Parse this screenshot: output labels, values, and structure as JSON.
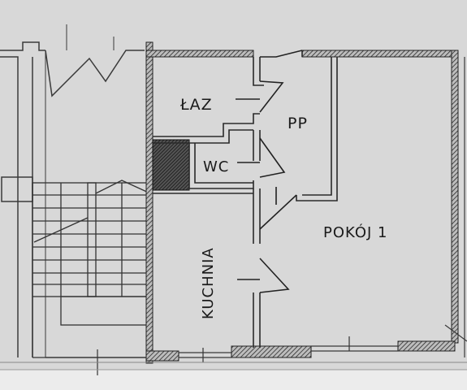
{
  "rooms": {
    "bathroom": "ŁAZ",
    "hallway": "PP",
    "toilet": "WC",
    "kitchen": "KUCHNIA",
    "room1": "POKÓJ 1"
  }
}
